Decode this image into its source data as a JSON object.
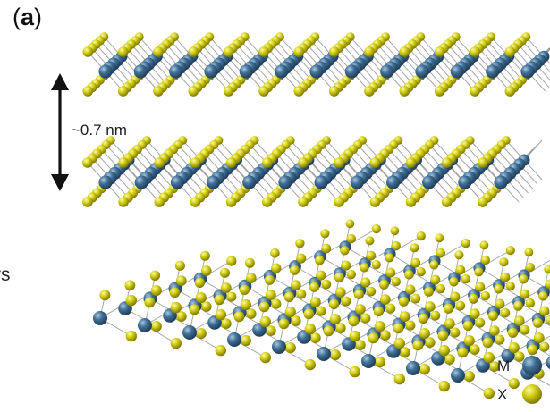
{
  "panel_label": "a",
  "interlayer_spacing": "~0.7 nm",
  "partial_side_text": "rs",
  "legend": [
    {
      "label": "M",
      "color": "#3f6f96"
    },
    {
      "label": "X",
      "color": "#d3cf12"
    }
  ],
  "colors": {
    "metal": "#3f6f96",
    "chalcogen": "#d3cf12",
    "bond": "#8a8a8a",
    "arrow": "#111111"
  },
  "icons": [
    "double-arrow-icon",
    "metal-atom-icon",
    "chalcogen-atom-icon"
  ]
}
